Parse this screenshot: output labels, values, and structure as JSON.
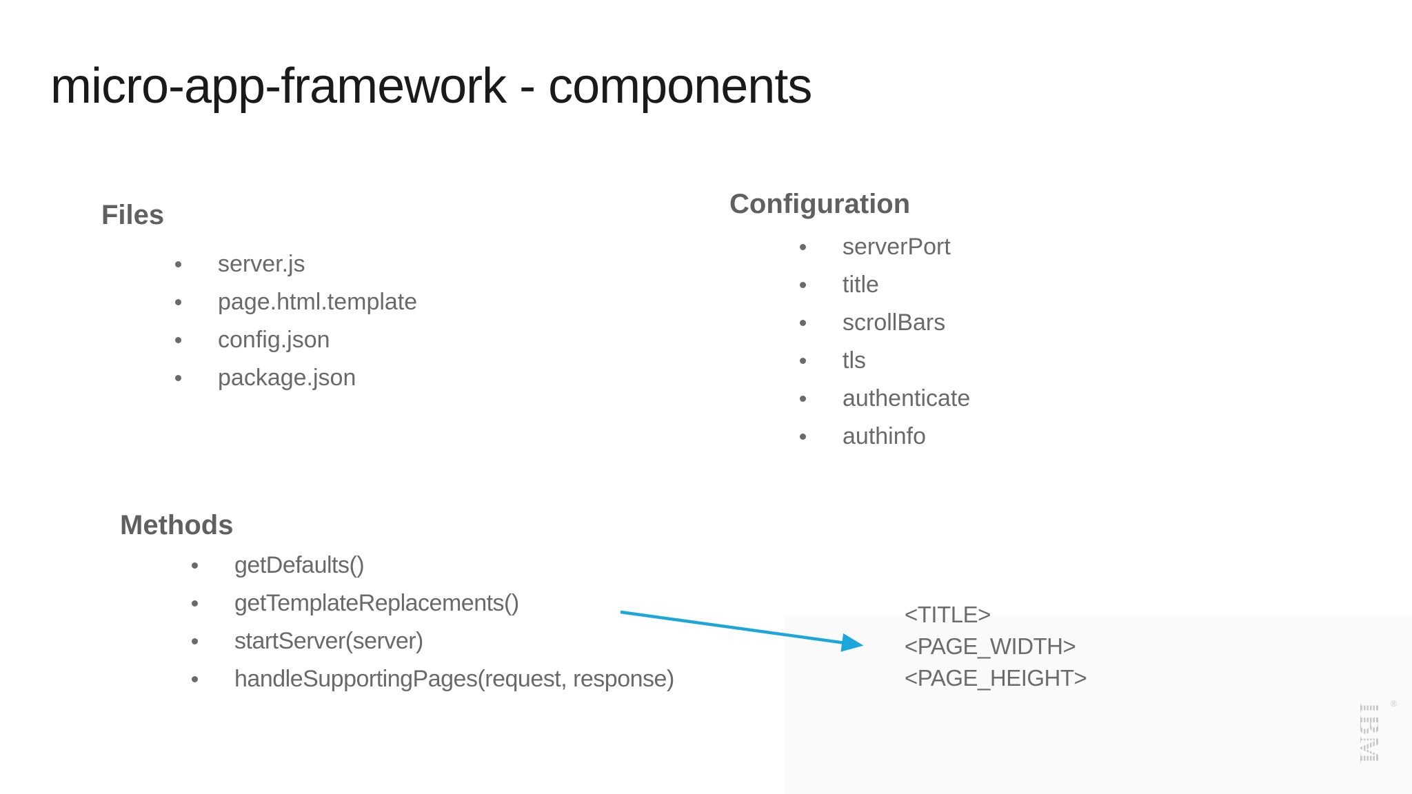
{
  "slide": {
    "title": "micro-app-framework - components",
    "sections": [
      {
        "id": "files",
        "heading": "Files",
        "items": [
          "server.js",
          "page.html.template",
          "config.json",
          "package.json"
        ]
      },
      {
        "id": "configuration",
        "heading": "Configuration",
        "items": [
          "serverPort",
          "title",
          "scrollBars",
          "tls",
          "authenticate",
          "authinfo"
        ]
      },
      {
        "id": "methods",
        "heading": "Methods",
        "items": [
          "getDefaults()",
          "getTemplateReplacements()",
          "startServer(server)",
          "handleSupportingPages(request, response)"
        ]
      }
    ],
    "placeholders": [
      "<TITLE>",
      "<PAGE_WIDTH>",
      "<PAGE_HEIGHT>"
    ],
    "logo": {
      "text": "IBM",
      "registered": "®"
    },
    "colors": {
      "title_black": "#1a1a1a",
      "heading_gray": "#606060",
      "body_gray": "#696969",
      "arrow_cyan": "#1ba7db",
      "logo_gray": "#c8c8c8",
      "panel_gray": "#fafafa"
    }
  }
}
